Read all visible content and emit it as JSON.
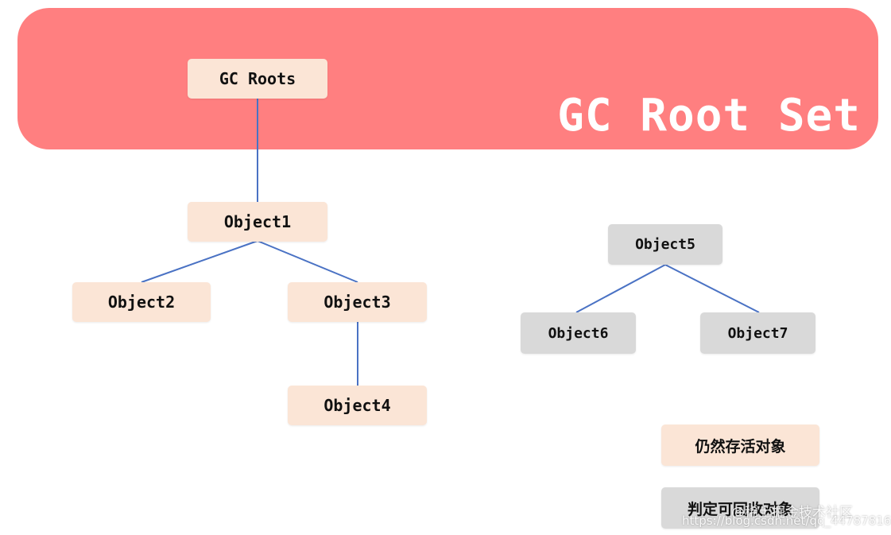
{
  "band": {
    "title": "GC Root Set"
  },
  "nodes": {
    "gc_roots": "GC Roots",
    "object1": "Object1",
    "object2": "Object2",
    "object3": "Object3",
    "object4": "Object4",
    "object5": "Object5",
    "object6": "Object6",
    "object7": "Object7"
  },
  "legend": {
    "alive": "仍然存活对象",
    "collectable": "判定可回收对象"
  },
  "watermark": {
    "line1": "@稀土掘金技术社区",
    "line2": "https://blog.csdn.net/qq_44787816"
  },
  "colors": {
    "band": "#ff7f80",
    "alive_node": "#fbe5d6",
    "collectable_node": "#d9d9d9",
    "edge": "#4a72c4"
  }
}
